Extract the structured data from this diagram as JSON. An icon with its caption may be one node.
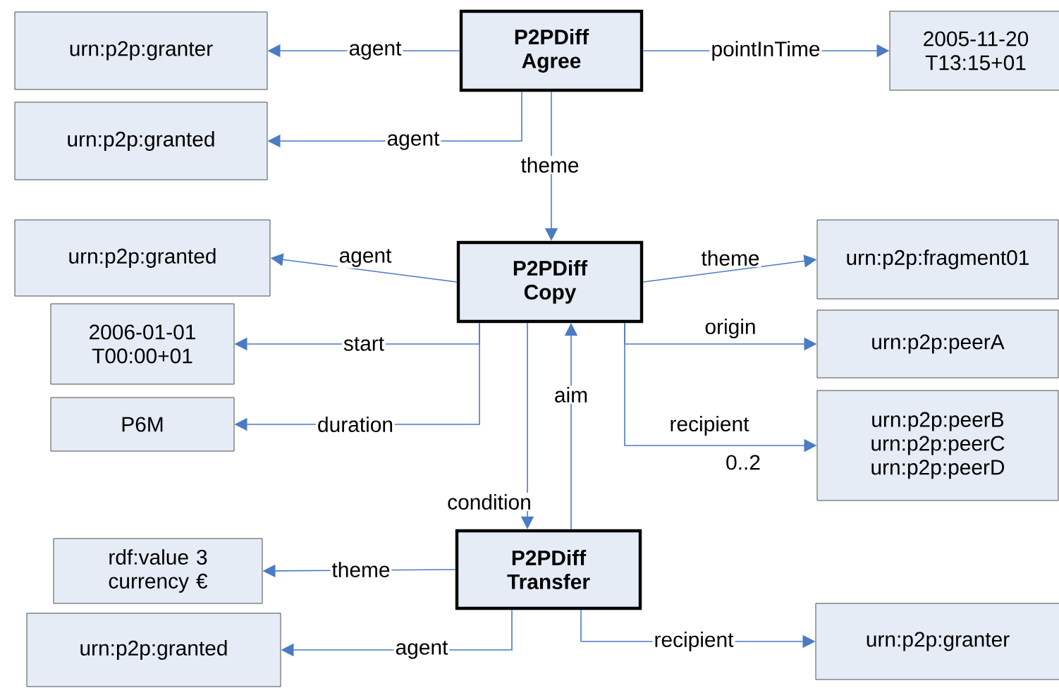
{
  "diagram": {
    "nodes": [
      {
        "text": [
          "**P2PDiff** **Agree**"
        ]
      },
      {
        "text": [
          "urn:p2p:granter"
        ]
      },
      {
        "text": [
          "2005-11-20 T13:15+01"
        ]
      },
      {
        "text": [
          "urn:p2p:granted"
        ]
      },
      {
        "text": [
          "**P2PDiff** **Copy**"
        ]
      },
      {
        "text": [
          "urn:p2p:granted"
        ]
      },
      {
        "text": [
          "urn:p2p:fragment01"
        ]
      },
      {
        "text": [
          "2006-01-01 T00:00+01"
        ]
      },
      {
        "text": [
          "urn:p2p:peerA"
        ]
      },
      {
        "text": [
          "P6M"
        ]
      },
      {
        "text": [
          "urn:p2p:peerB urn:p2p:peerC urn:p2p:peerD"
        ]
      },
      {
        "text": [
          "**P2PDiff** **Transfer**"
        ]
      },
      {
        "text": [
          "rdf:value 3 currency €"
        ]
      },
      {
        "text": [
          "urn:p2p:granted"
        ]
      },
      {
        "text": [
          "urn:p2p:granter"
        ]
      }
    ],
    "edges": [
      {
        "from": 0,
        "to": 1,
        "arrow": "to",
        "label": "agent"
      },
      {
        "from": 0,
        "to": 3,
        "arrow": "to",
        "label": "agent"
      },
      {
        "from": 0,
        "to": 2,
        "arrow": "to",
        "label": "pointInTime"
      },
      {
        "from": 0,
        "to": 4,
        "arrow": "to",
        "label": "theme"
      },
      {
        "from": 4,
        "to": 5,
        "arrow": "to",
        "label": "agent"
      },
      {
        "from": 4,
        "to": 6,
        "arrow": "to",
        "label": "theme"
      },
      {
        "from": 4,
        "to": 7,
        "arrow": "to",
        "label": "start"
      },
      {
        "from": 4,
        "to": 9,
        "arrow": "to",
        "label": "duration"
      },
      {
        "from": 4,
        "to": 8,
        "arrow": "to",
        "label": "origin"
      },
      {
        "from": 4,
        "to": 10,
        "arrow": "to",
        "label": "recipient"
      },
      {
        "from": 4,
        "to": 11,
        "arrow": "to",
        "label": "condition"
      },
      {
        "from": 11,
        "to": 4,
        "arrow": "to",
        "label": "aim"
      },
      {
        "from": 11,
        "to": 12,
        "arrow": "to",
        "label": "theme"
      },
      {
        "from": 11,
        "to": 13,
        "arrow": "to",
        "label": "agent"
      },
      {
        "from": 11,
        "to": 14,
        "arrow": "to",
        "label": "recipient"
      }
    ],
    "labels": [
      "0..2"
    ]
  }
}
